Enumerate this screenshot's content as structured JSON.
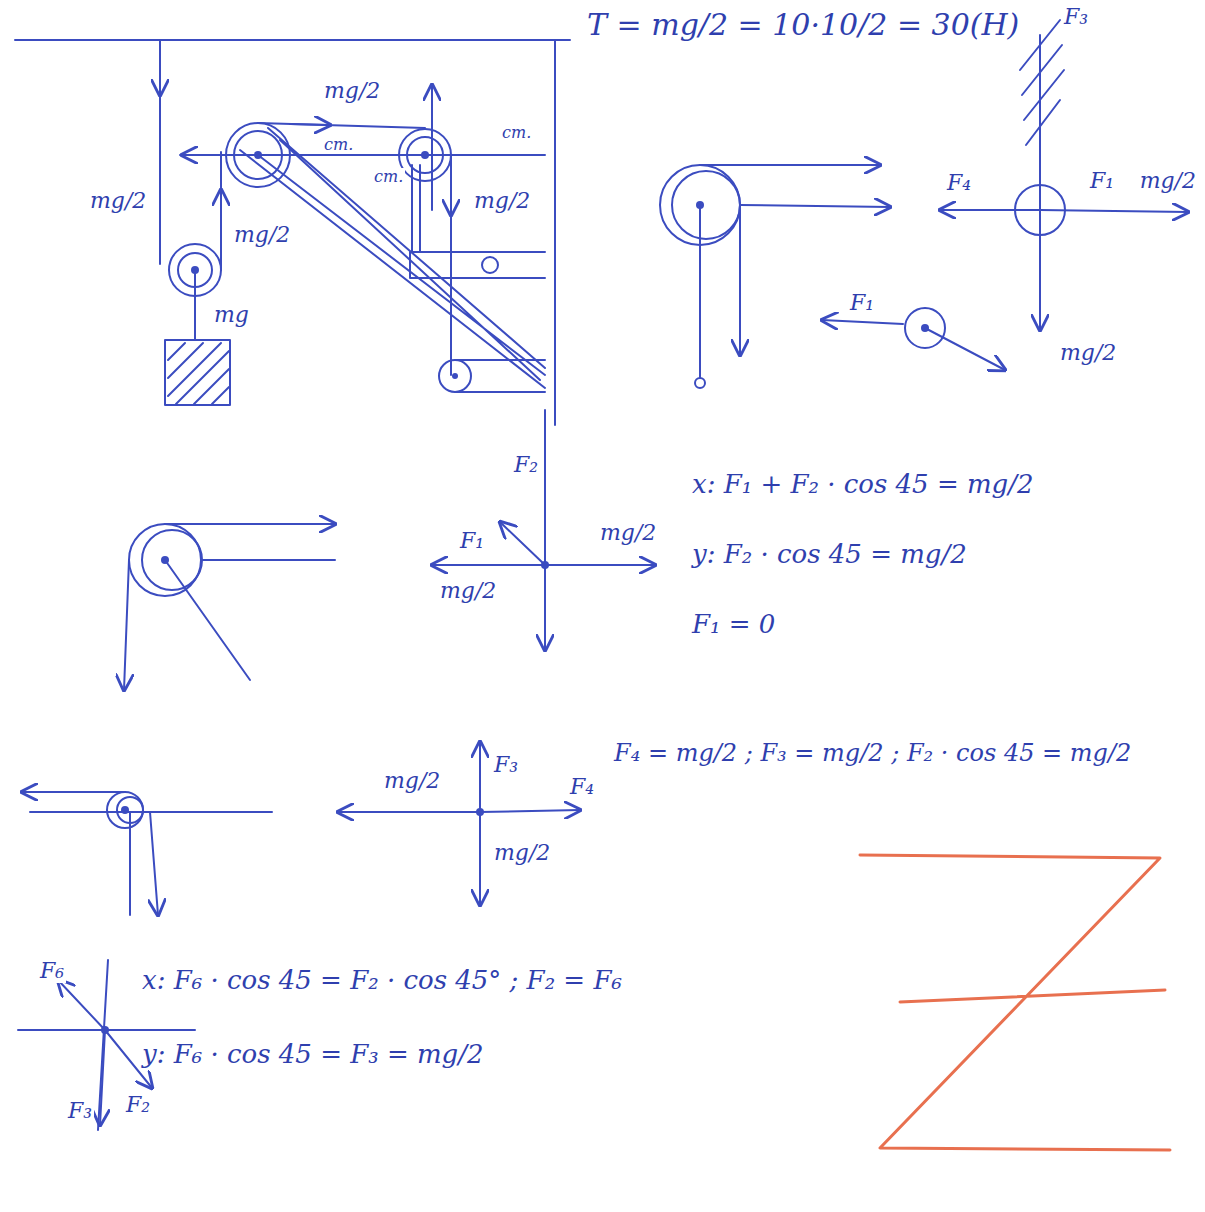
{
  "diagram": {
    "labels": [
      "T = mg/2 = 10·10/2 = 30(H)",
      "mg/2",
      "mg/2",
      "mg",
      "mg/2",
      "cm.",
      "cm.",
      "cm.",
      "mg/2",
      "F₃",
      "F₄",
      "F₁",
      "mg/2",
      "mg/2",
      "F₁",
      "F₂",
      "mg/2",
      "F₁",
      "mg/2",
      "x: F₁ + F₂ · cos 45 = mg/2",
      "y: F₂ · cos 45 = mg/2",
      "F₁ = 0",
      "mg/2",
      "F₃",
      "F₄",
      "mg/2",
      "F₄ = mg/2 ; F₃ = mg/2 ; F₂ · cos 45 = mg/2",
      "F₆",
      "F₃",
      "F₂",
      "x: F₆ · cos 45 = F₂ · cos 45° ; F₂ = F₆",
      "y: F₆ · cos 45 = F₃ = mg/2"
    ]
  }
}
